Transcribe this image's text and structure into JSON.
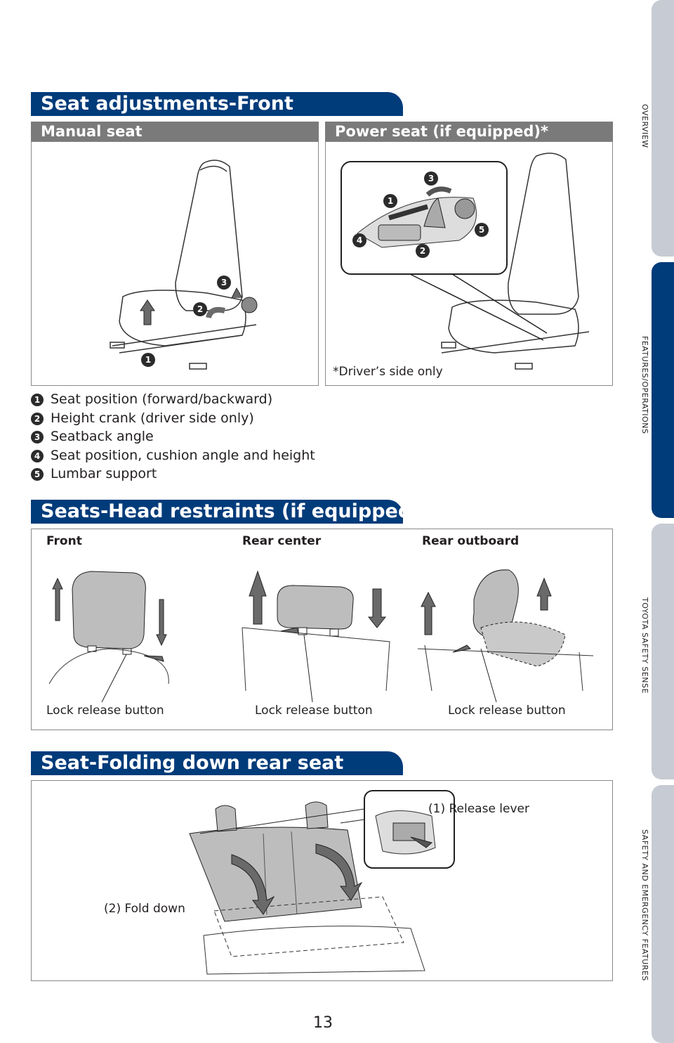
{
  "sections": {
    "front_title": "Seat adjustments-Front",
    "head_title": "Seats-Head restraints (if equipped)",
    "fold_title": "Seat-Folding down rear seat"
  },
  "front": {
    "manual_label": "Manual seat",
    "power_label": "Power seat (if equipped)*",
    "driver_note": "*Driver’s side only",
    "legend": [
      {
        "num": "1",
        "text": "Seat position (forward/backward)"
      },
      {
        "num": "2",
        "text": "Height crank (driver side only)"
      },
      {
        "num": "3",
        "text": "Seatback angle"
      },
      {
        "num": "4",
        "text": "Seat position, cushion angle and height"
      },
      {
        "num": "5",
        "text": "Lumbar support"
      }
    ]
  },
  "head": {
    "front_label": "Front",
    "rear_center_label": "Rear center",
    "rear_outboard_label": "Rear outboard",
    "lock_label": "Lock release button"
  },
  "fold": {
    "release_label": "(1) Release lever",
    "fold_label": "(2) Fold down"
  },
  "tabs": [
    "OVERVIEW",
    "FEATURES/OPERATIONS",
    "TOYOTA SAFETY SENSE",
    "SAFETY AND EMERGENCY FEATURES"
  ],
  "page_number": "13",
  "colors": {
    "header_blue": "#003b7a",
    "tab_gray": "#c7cbd3",
    "subhead_gray": "#7a7a7a"
  }
}
